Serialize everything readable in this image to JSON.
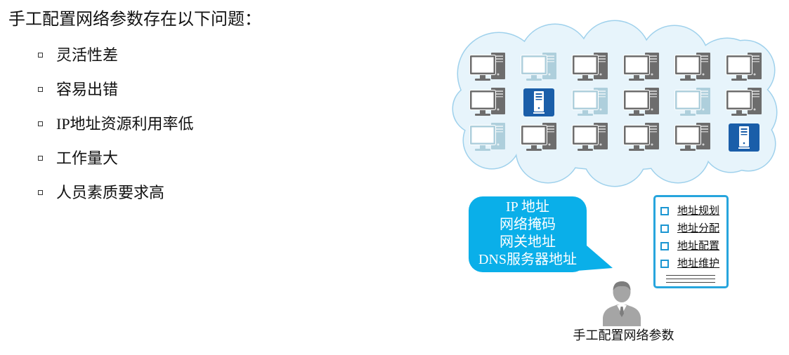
{
  "title": "手工配置网络参数存在以下问题：",
  "bullets": [
    "灵活性差",
    "容易出错",
    "IP地址资源利用率低",
    "工作量大",
    "人员素质要求高"
  ],
  "cloud": {
    "devices": [
      [
        {
          "icon": "computer-icon",
          "faded": false
        },
        {
          "icon": "computer-icon",
          "faded": true
        },
        {
          "icon": "computer-icon",
          "faded": false
        },
        {
          "icon": "computer-icon",
          "faded": false
        },
        {
          "icon": "computer-icon",
          "faded": false
        },
        {
          "icon": "computer-icon",
          "faded": false
        }
      ],
      [
        {
          "icon": "computer-icon",
          "faded": false
        },
        {
          "icon": "server-icon",
          "faded": false
        },
        {
          "icon": "computer-icon",
          "faded": true
        },
        {
          "icon": "computer-icon",
          "faded": false
        },
        {
          "icon": "computer-icon",
          "faded": true
        },
        {
          "icon": "computer-icon",
          "faded": false
        }
      ],
      [
        {
          "icon": "computer-icon",
          "faded": true
        },
        {
          "icon": "computer-icon",
          "faded": false
        },
        {
          "icon": "computer-icon",
          "faded": false
        },
        {
          "icon": "computer-icon",
          "faded": false
        },
        {
          "icon": "computer-icon",
          "faded": false
        },
        {
          "icon": "server-icon",
          "faded": false
        }
      ]
    ]
  },
  "bubble": {
    "lines": [
      "IP 地址",
      "网络掩码",
      "网关地址",
      "DNS服务器地址"
    ]
  },
  "checklist": {
    "items": [
      "地址规划",
      "地址分配",
      "地址配置",
      "地址维护"
    ]
  },
  "person": {
    "icon": "person-icon",
    "caption": "手工配置网络参数"
  },
  "colors": {
    "text": "#111111",
    "bubble": "#0aafe9",
    "bubble_text": "#ffffff",
    "cloud_fill": "#e7f4fb",
    "cloud_stroke": "#9fd1ec",
    "device": "#6d6d6d",
    "device_faded": "#aecfdc",
    "server": "#1a5ea9",
    "checklist_border": "#27a5dd",
    "checkbox": "#1b96d2",
    "person": "#a5a5a5",
    "person_detail": "#7d7d7d"
  }
}
